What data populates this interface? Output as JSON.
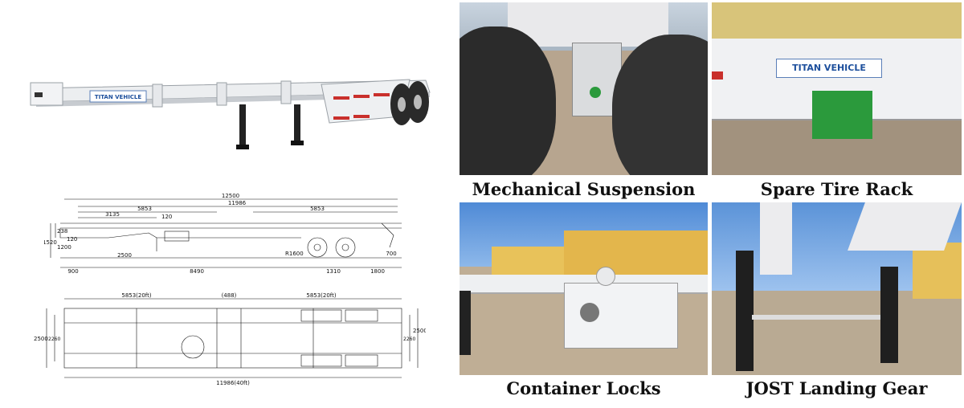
{
  "brand": "TITAN VEHICLE",
  "photos": [
    {
      "caption": "Mechanical Suspension"
    },
    {
      "caption": "Spare Tire Rack"
    },
    {
      "caption": "Container Locks"
    },
    {
      "caption": "JOST Landing Gear"
    }
  ],
  "side_drawing": {
    "overall": "12500",
    "inner": "11986",
    "left_section": "5853",
    "right_section": "5853",
    "front": "3135",
    "height_small": "120",
    "height_a": "1520",
    "height_b": "1200",
    "height_c": "238",
    "height_d": "120",
    "mid_offset": "2500",
    "tire": "700",
    "bottom_front": "900",
    "bottom_mid": "8490",
    "bottom_axle": "1310",
    "bottom_rear": "1800",
    "axle_note": "R1600"
  },
  "top_drawing": {
    "left_span": "5853(20ft)",
    "center": "(488)",
    "right_span": "5853(20ft)",
    "width_outer_left": "2500",
    "width_inner_left": "2260",
    "width_inner_right": "2260",
    "width_outer_right": "2500",
    "bottom_span": "11986(40ft)"
  },
  "colors": {
    "frame": "#f3f3f4",
    "stripe": "#c9302c",
    "sky": "#5b93d8",
    "lock_green": "#2b9a3c"
  }
}
